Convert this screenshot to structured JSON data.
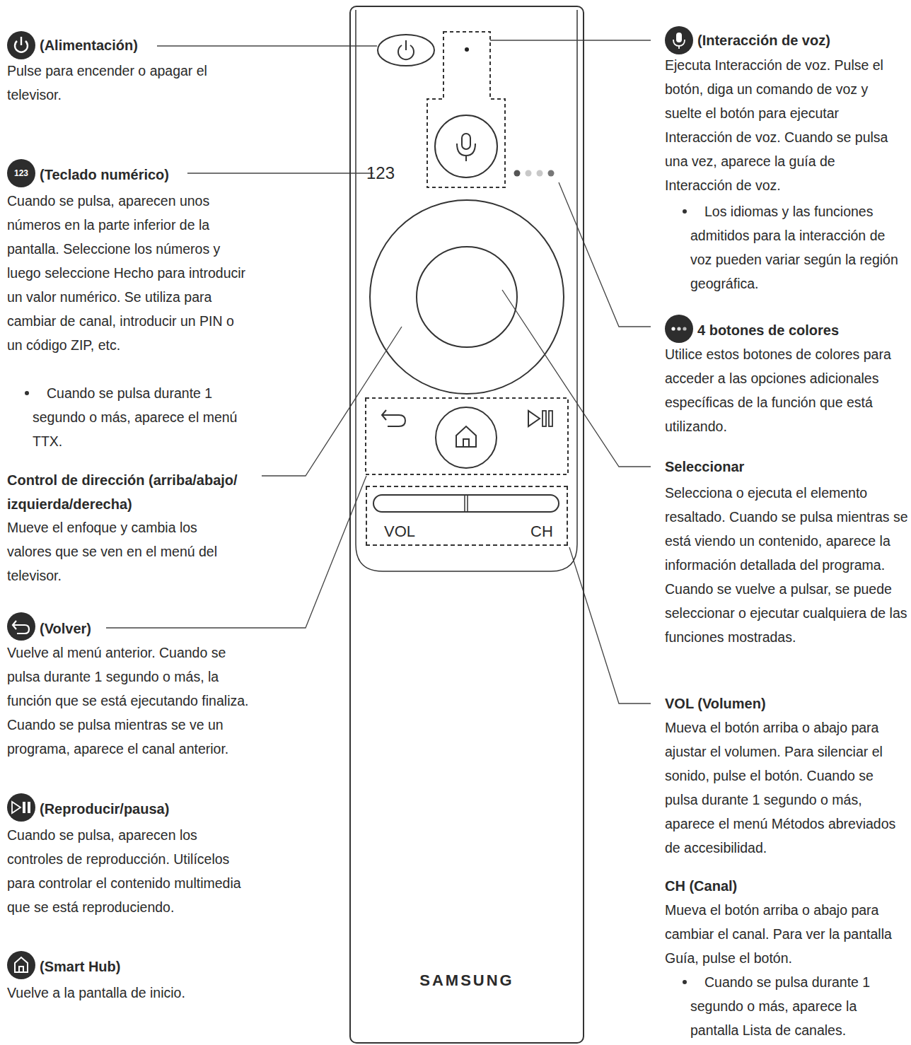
{
  "diagram": {
    "nodes": [
      {
        "text": [
          "123",
          "SAMSUNG"
        ]
      },
      {
        "text": [
          "VOL",
          "CH"
        ],
        "in": 0
      }
    ],
    "labels": [
      "(Alimentación)",
      "Pulse para encender o apagar el televisor.",
      "123",
      "(Teclado numérico)",
      "Cuando se pulsa, aparecen unos números en la parte inferior de la pantalla. Seleccione los números y luego seleccione Hecho para introducir un valor numérico. Se utiliza para cambiar de canal, introducir un PIN o un código ZIP, etc.",
      "Cuando se pulsa durante 1 segundo o más, aparece el menú TTX.",
      "Control de dirección (arriba/abajo/ izquierda/derecha)",
      "Mueve el enfoque y cambia los valores que se ven en el menú del televisor.",
      "(Volver)",
      "Vuelve al menú anterior. Cuando se pulsa durante 1 segundo o más, la función que se está ejecutando finaliza. Cuando se pulsa mientras se ve un programa, aparece el canal anterior.",
      "(Reproducir/pausa)",
      "Cuando se pulsa, aparecen los controles de reproducción. Utilícelos para controlar el contenido multimedia que se está reproduciendo.",
      "(Smart Hub)",
      "Vuelve a la pantalla de inicio.",
      "(Interacción de voz)",
      "Ejecuta Interacción de voz. Pulse el botón, diga un comando de voz y suelte el botón para ejecutar Interacción de voz. Cuando se pulsa una vez, aparece la guía de Interacción de voz.",
      "Los idiomas y las funciones admitidos para la interacción de voz pueden variar según la región geográfica.",
      "4 botones de colores",
      "Utilice estos botones de colores para acceder a las opciones adicionales específicas de la función que está utilizando.",
      "Seleccionar",
      "Selecciona o ejecuta el elemento resaltado. Cuando se pulsa mientras se está viendo un contenido, aparece la información detallada del programa. Cuando se vuelve a pulsar, se puede seleccionar o ejecutar cualquiera de las funciones mostradas.",
      "VOL (Volumen)",
      "Mueva el botón arriba o abajo para ajustar el volumen. Para silenciar el sonido, pulse el botón. Cuando se pulsa durante 1 segundo o más, aparece el menú Métodos abreviados de accesibilidad.",
      "CH (Canal)",
      "Mueva el botón arriba o abajo para cambiar el canal. Para ver la pantalla Guía, pulse el botón.",
      "Cuando se pulsa durante 1 segundo o más, aparece la pantalla Lista de canales."
    ]
  }
}
